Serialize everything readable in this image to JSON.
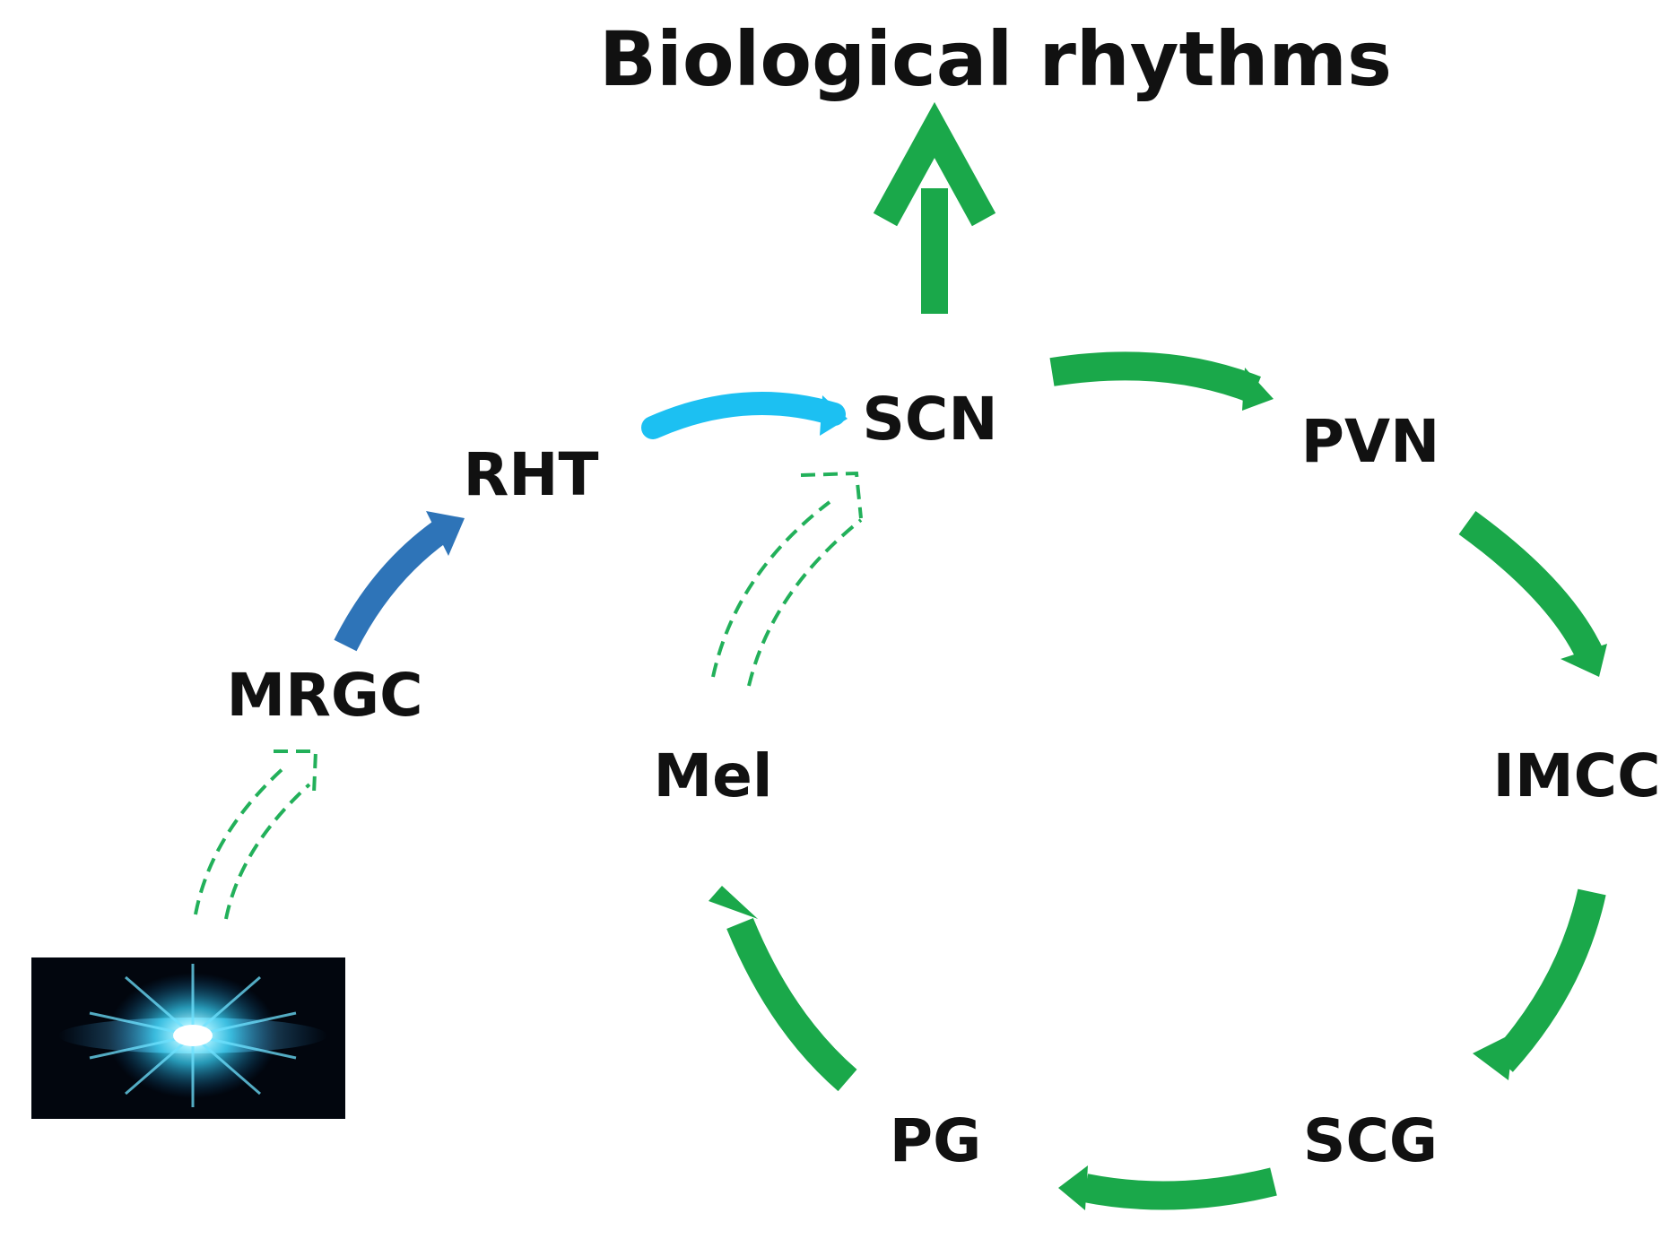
{
  "title": "Biological rhythms",
  "nodes": {
    "scn": "SCN",
    "rht": "RHT",
    "mrgc": "MRGC",
    "pvn": "PVN",
    "imcc": "IMCC",
    "scg": "SCG",
    "pg": "PG",
    "mel": "Mel"
  },
  "colors": {
    "green": "#1aa84a",
    "green_dashed": "#22b05a",
    "dark_blue": "#2e74b8",
    "light_blue": "#1cc0f2",
    "light_source_bg": "#02060e",
    "light_source_glow": "#37d8ff",
    "text": "#111111"
  },
  "icons": {
    "light_source": "light-burst-icon"
  }
}
